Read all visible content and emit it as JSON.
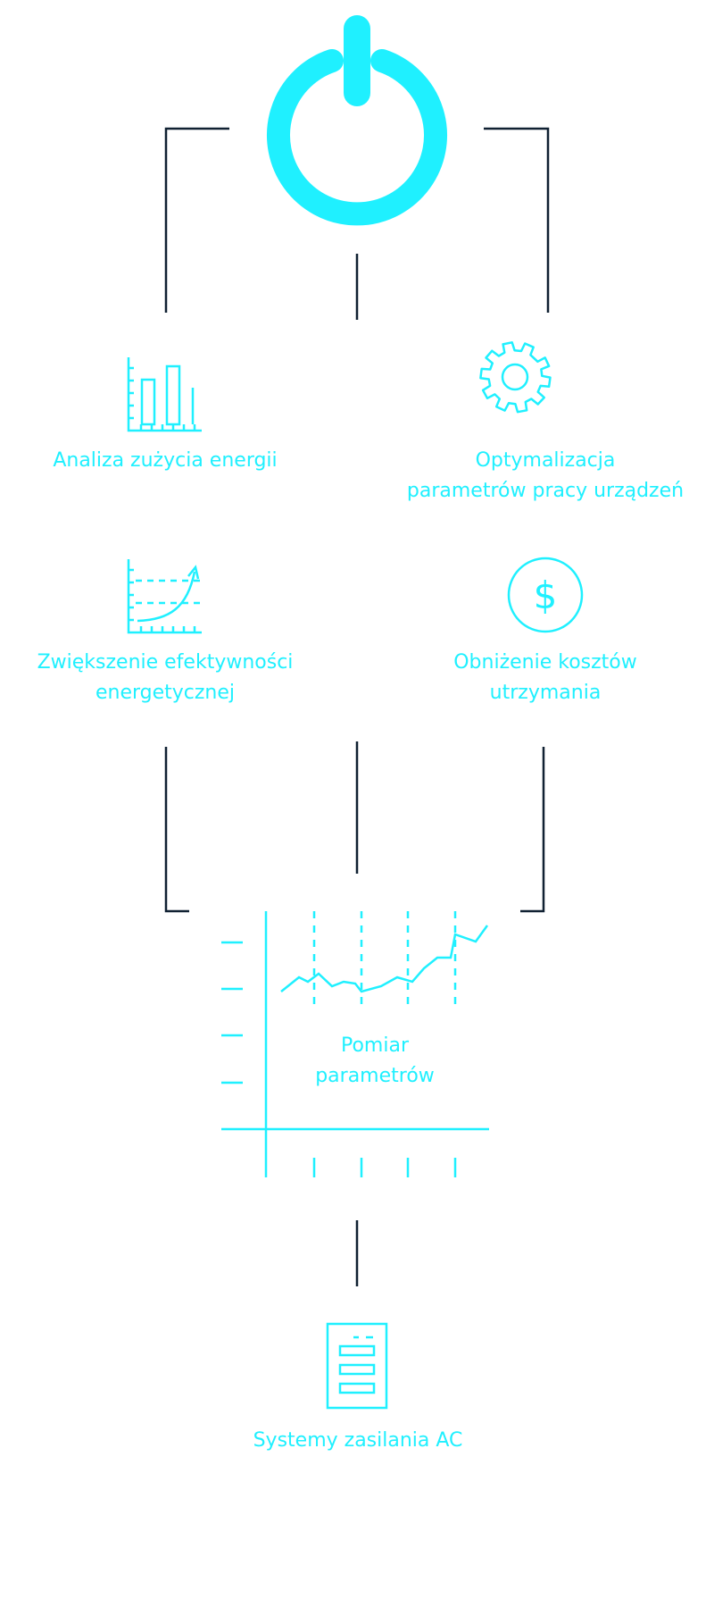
{
  "colors": {
    "accent": "#1ff0ff",
    "connector": "#102132",
    "background": "#ffffff"
  },
  "icons": {
    "top": "power-icon",
    "analysis": "bar-chart-icon",
    "optimization": "gear-icon",
    "efficiency": "growth-curve-icon",
    "costs": "dollar-icon",
    "measurement": "line-chart-icon",
    "power_system": "power-cabinet-icon"
  },
  "nodes": {
    "analysis": {
      "line1": "Analiza zużycia energii"
    },
    "optimization": {
      "line1": "Optymalizacja",
      "line2": "parametrów pracy urządzeń"
    },
    "efficiency": {
      "line1": "Zwiększenie efektywności",
      "line2": "energetycznej"
    },
    "costs": {
      "line1": "Obniżenie kosztów",
      "line2": "utrzymania"
    },
    "measurement": {
      "line1": "Pomiar",
      "line2": "parametrów"
    },
    "power_system": {
      "line1": "Systemy zasilania AC"
    }
  }
}
